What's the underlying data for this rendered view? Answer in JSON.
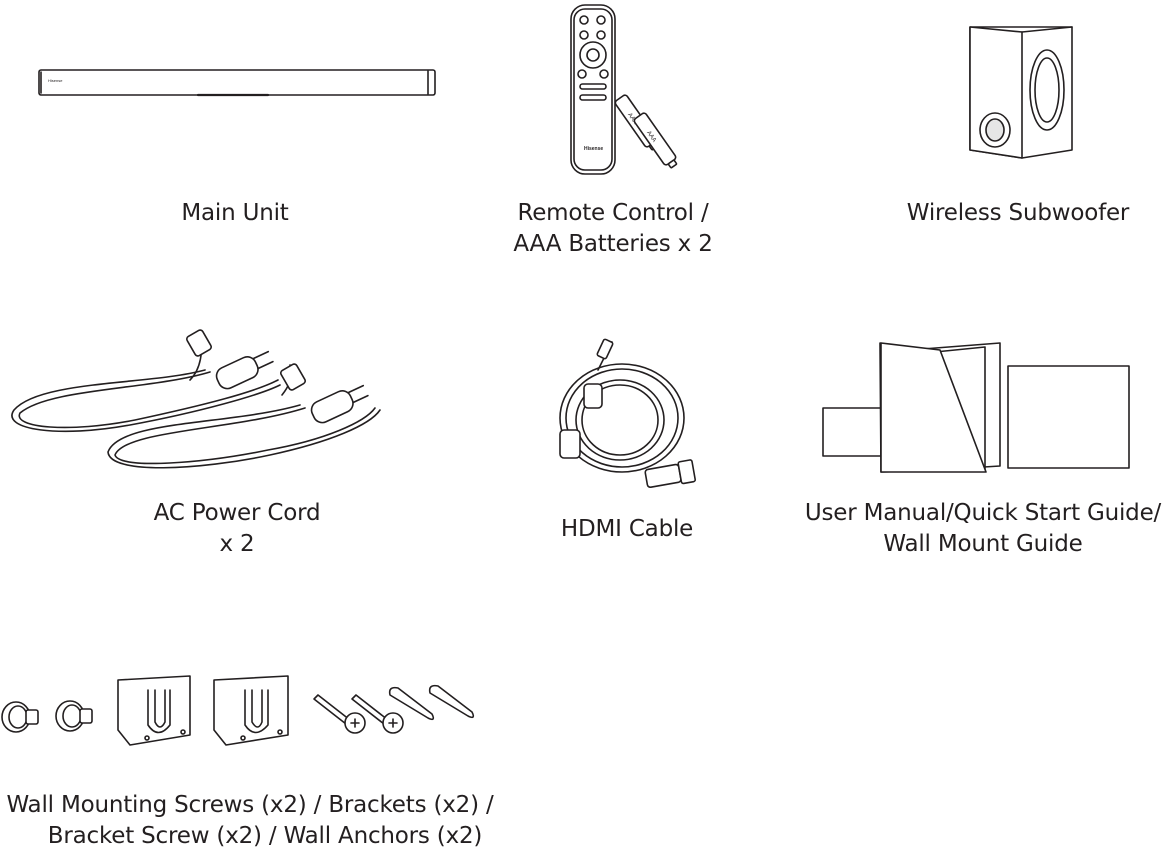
{
  "items": {
    "main_unit": {
      "caption": [
        "Main Unit"
      ],
      "brand": "Hisense"
    },
    "remote": {
      "caption": [
        "Remote Control /",
        "AAA Batteries x 2"
      ],
      "brand": "Hisense",
      "battery_label": "AAA"
    },
    "subwoofer": {
      "caption": [
        "Wireless Subwoofer"
      ]
    },
    "power_cord": {
      "caption": [
        "AC Power Cord",
        "x 2"
      ]
    },
    "hdmi": {
      "caption": [
        "HDMI Cable"
      ]
    },
    "manuals": {
      "caption": [
        "User Manual/Quick Start Guide/",
        "Wall Mount Guide"
      ]
    },
    "hardware": {
      "caption": [
        "Wall Mounting Screws (x2) / Brackets (x2) /",
        "Bracket Screw (x2) / Wall Anchors (x2)"
      ]
    }
  }
}
